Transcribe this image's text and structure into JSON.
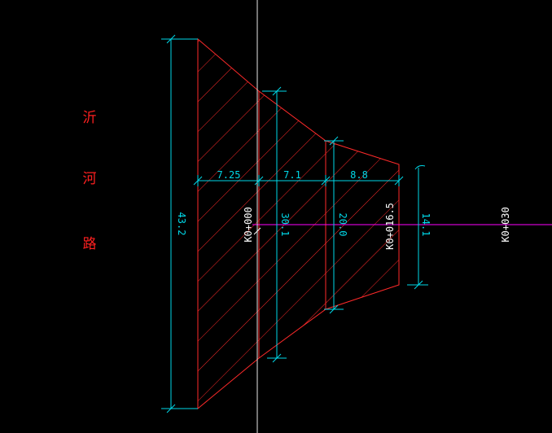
{
  "colors": {
    "background": "#000000",
    "outline": "#ff2a2a",
    "hatch": "#ff2a2a",
    "dimension": "#00d8e8",
    "centerline": "#ff00ff",
    "cursor": "#ffffff",
    "road_label": "#ff2020"
  },
  "road_name": {
    "char1": "沂",
    "char2": "河",
    "char3": "路"
  },
  "widths": {
    "w1": "43.2",
    "w2": "30.1",
    "w3": "20.0",
    "w4": "14.1"
  },
  "segments": {
    "s1": "7.25",
    "s2": "7.1",
    "s3": "8.8"
  },
  "stations": {
    "k1": "K0+000",
    "k2": "K0+016.5",
    "k3": "K0+030"
  }
}
